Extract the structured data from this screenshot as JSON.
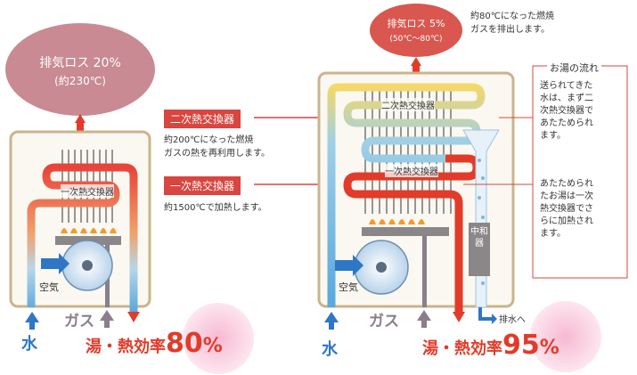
{
  "left": {
    "exhaust_loss": "排気ロス 20%",
    "exhaust_temp": "(約230℃)",
    "hx_inner_label": "一次熱交換器",
    "air_label": "空気",
    "water_label": "水",
    "gas_label": "ガス",
    "efficiency_prefix": "湯・熱効率",
    "efficiency_value": "80",
    "efficiency_unit": "%"
  },
  "middle": {
    "secondary_hx_tag": "二次熱交換器",
    "secondary_hx_note": [
      "約200℃になった燃焼",
      "ガスの熱を再利用します。"
    ],
    "primary_hx_tag": "一次熱交換器",
    "primary_hx_note": "約1500℃で加熱します。"
  },
  "right": {
    "exhaust_loss": "排気ロス 5%",
    "exhaust_temp": "(50℃～80℃)",
    "exhaust_note": [
      "約80℃になった燃焼",
      "ガスを排出します。"
    ],
    "secondary_hx_inner": "二次熱交換器",
    "primary_hx_inner": "一次熱交換器",
    "neutralizer": "中和器",
    "air_label": "空気",
    "drain_label": "排水へ",
    "water_label": "水",
    "gas_label": "ガス",
    "efficiency_prefix": "湯・熱効率",
    "efficiency_value": "95",
    "efficiency_unit": "%"
  },
  "flow_box": {
    "title": "お湯の流れ",
    "para1": [
      "送られてきた",
      "水は、まず二",
      "次熱交換器で",
      "あたためられ",
      "ます。"
    ],
    "para2": [
      "あたためられ",
      "たお湯は一次",
      "熱交換器でさ",
      "らに加熱され",
      "ます。"
    ]
  },
  "colors": {
    "red": "#e23b2a",
    "blue": "#2f76c6",
    "cloud_left": "#c98a93",
    "cloud_right": "#d9574f",
    "frame": "#c9b48c"
  }
}
